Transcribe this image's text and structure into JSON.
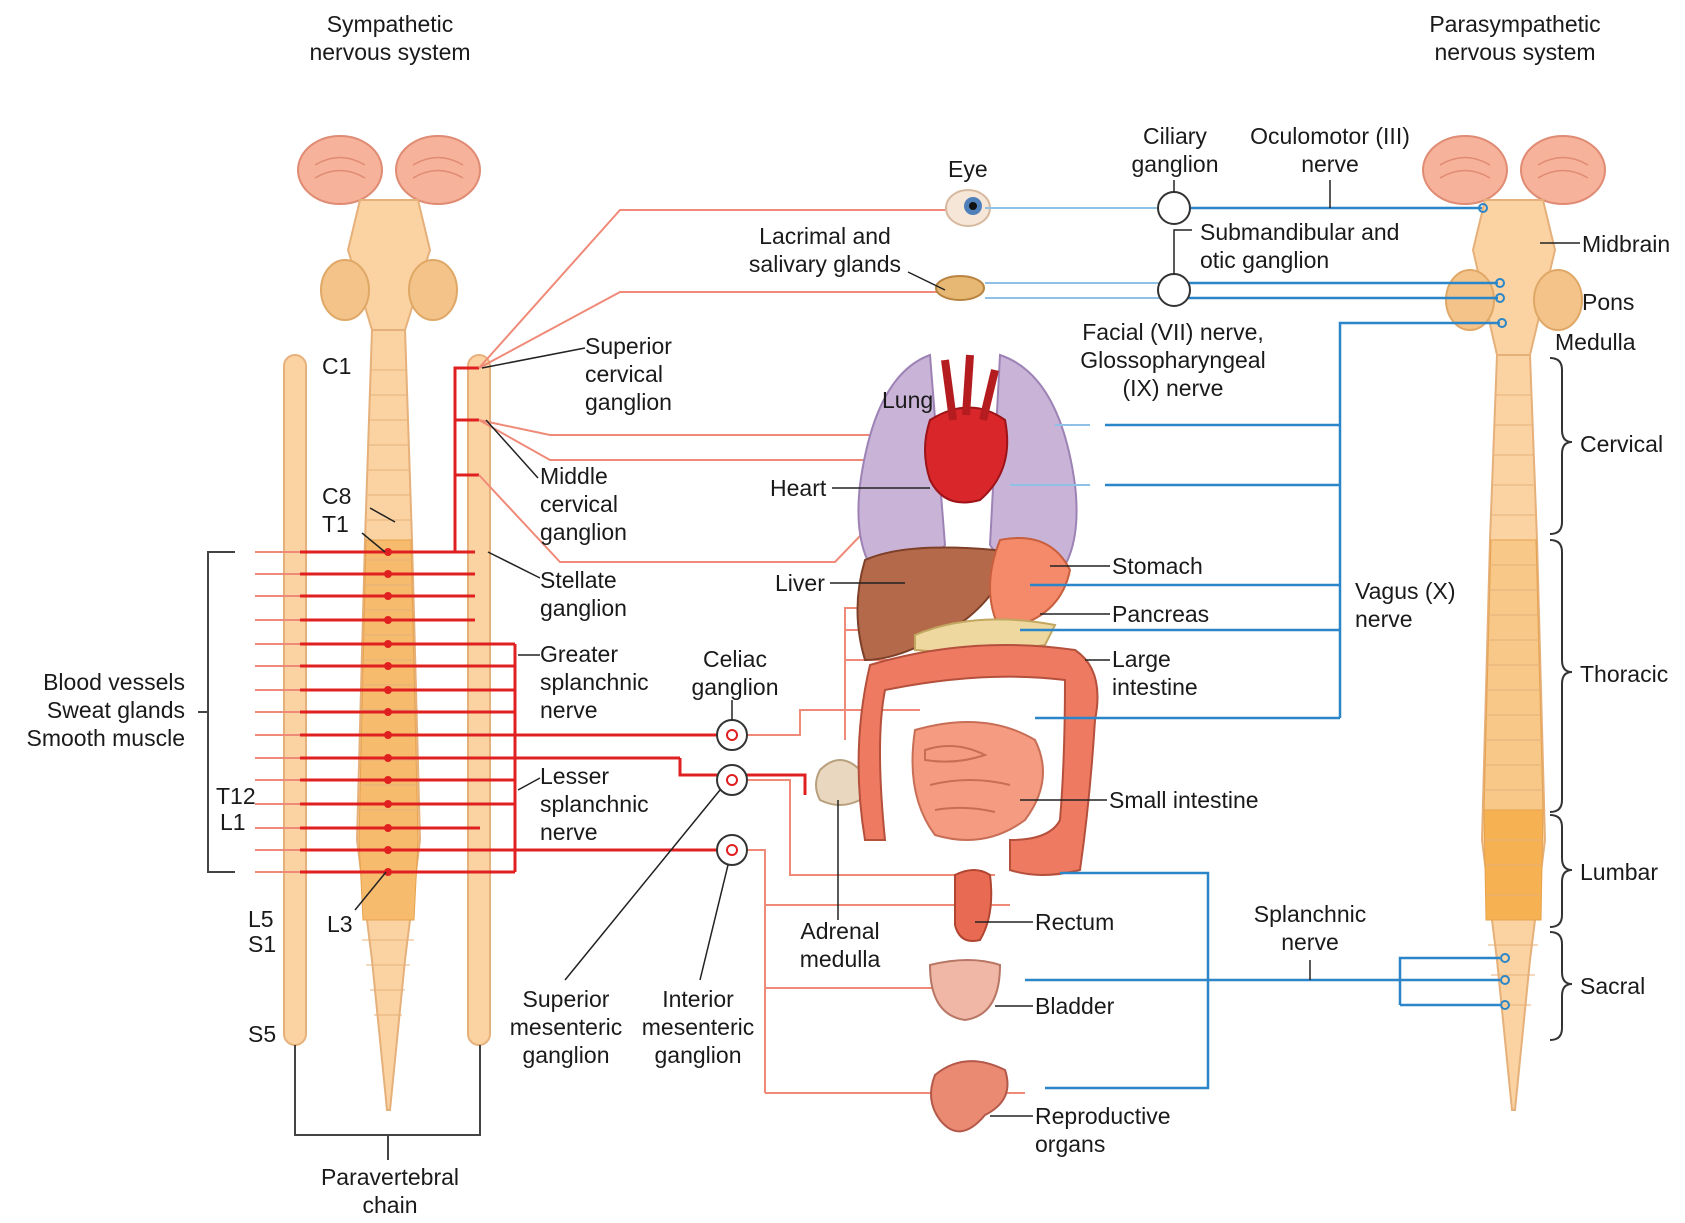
{
  "headers": {
    "sympathetic": "Sympathetic\nnervous system",
    "parasympathetic": "Parasympathetic\nnervous system"
  },
  "sympathetic_labels": {
    "c1": "C1",
    "c8": "C8",
    "t1": "T1",
    "t12": "T12",
    "l1": "L1",
    "l3": "L3",
    "l5": "L5",
    "s1": "S1",
    "s5": "S5",
    "superior_cervical": "Superior\ncervical\nganglion",
    "middle_cervical": "Middle\ncervical\nganglion",
    "stellate": "Stellate\nganglion",
    "greater_splanchnic": "Greater\nsplanchnic\nnerve",
    "lesser_splanchnic": "Lesser\nsplanchnic\nnerve",
    "celiac": "Celiac\nganglion",
    "targets": "Blood vessels\nSweat glands\nSmooth muscle",
    "superior_mesenteric": "Superior\nmesenteric\nganglion",
    "interior_mesenteric": "Interior\nmesenteric\nganglion",
    "paravertebral": "Paravertebral\nchain",
    "adrenal": "Adrenal\nmedulla"
  },
  "organs": {
    "eye": "Eye",
    "lacrimal": "Lacrimal and\nsalivary glands",
    "lung": "Lung",
    "heart": "Heart",
    "liver": "Liver",
    "stomach": "Stomach",
    "pancreas": "Pancreas",
    "large_intestine": "Large\nintestine",
    "small_intestine": "Small intestine",
    "rectum": "Rectum",
    "bladder": "Bladder",
    "reproductive": "Reproductive\norgans"
  },
  "parasympathetic_labels": {
    "ciliary": "Ciliary\nganglion",
    "oculomotor": "Oculomotor (III)\nnerve",
    "submandibular": "Submandibular and\notic ganglion",
    "facial": "Facial (VII) nerve,\nGlossopharyngeal\n(IX) nerve",
    "vagus": "Vagus (X)\nnerve",
    "splanchnic": "Splanchnic\nnerve",
    "midbrain": "Midbrain",
    "pons": "Pons",
    "medulla": "Medulla",
    "cervical": "Cervical",
    "thoracic": "Thoracic",
    "lumbar": "Lumbar",
    "sacral": "Sacral"
  },
  "colors": {
    "preganglionic_sympathetic": "#e02020",
    "postganglionic_sympathetic": "#f08a78",
    "parasympathetic_pre": "#2a86c8",
    "parasympathetic_post": "#8fc0e6",
    "spinal_cord": "#fbd3a2",
    "thoracolumbar_segment": "#f7bb6e",
    "brain": "#f6b29a"
  }
}
